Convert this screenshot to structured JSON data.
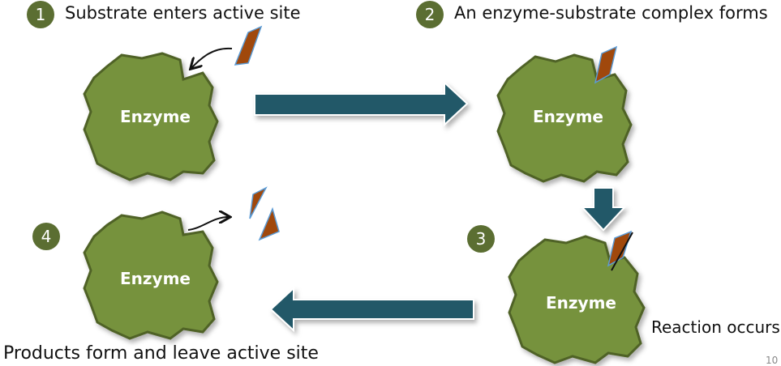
{
  "steps": [
    {
      "number": "1",
      "text": "Substrate enters active site"
    },
    {
      "number": "2",
      "text": "An enzyme-substrate complex forms"
    },
    {
      "number": "3",
      "text": "Reaction occurs"
    },
    {
      "number": "4",
      "text": "Products form and leave active site"
    }
  ],
  "enzyme_label": "Enzyme",
  "page_number": "10",
  "colors": {
    "enzyme_fill": "#76923c",
    "enzyme_stroke": "#4f6228",
    "substrate": "#a0480c",
    "arrow": "#215868",
    "badge": "#5b6e32"
  }
}
